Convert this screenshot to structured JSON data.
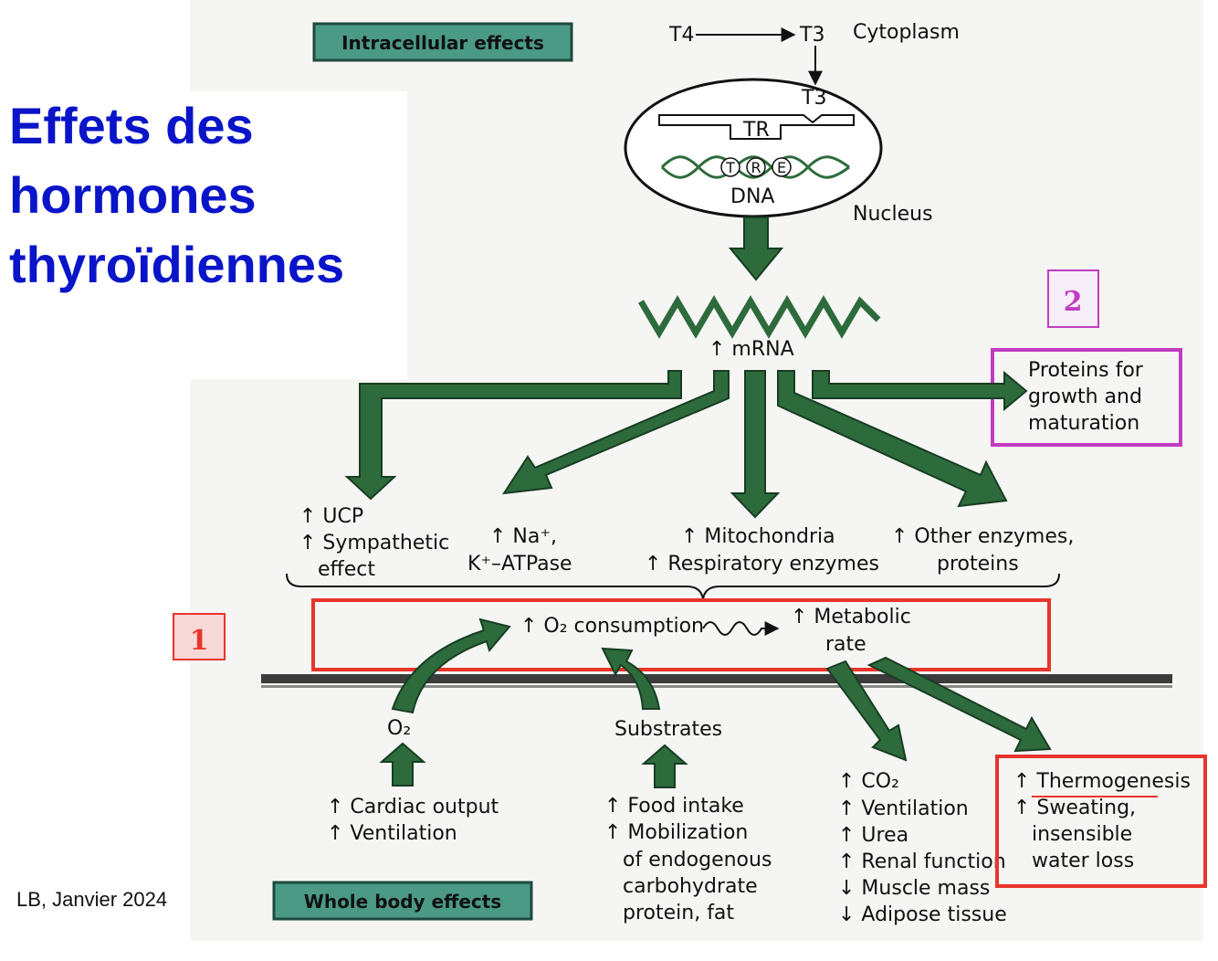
{
  "slide": {
    "title_lines": [
      "Effets des",
      "hormones",
      "thyroïdiennes"
    ],
    "footer": "LB, Janvier 2024"
  },
  "diagram": {
    "box_intracellular": "Intracellular effects",
    "box_wholebody": "Whole body effects",
    "t4": "T4",
    "t3": "T3",
    "cytoplasm": "Cytoplasm",
    "t3_receptor": "T3",
    "tr": "TR",
    "tre": [
      "T",
      "R",
      "E"
    ],
    "dna": "DNA",
    "nucleus": "Nucleus",
    "mrna": "↑ mRNA",
    "proteins": [
      "Proteins for",
      "growth and",
      "maturation"
    ],
    "ucp": [
      "↑ UCP",
      "↑ Sympathetic",
      "effect"
    ],
    "natpase": [
      "↑ Na⁺,",
      "K⁺–ATPase"
    ],
    "mito": [
      "↑ Mitochondria",
      "↑ Respiratory enzymes"
    ],
    "other": [
      "↑ Other enzymes,",
      "proteins"
    ],
    "o2_consumption": "↑ O₂ consumption",
    "metabolic": [
      "↑ Metabolic",
      "rate"
    ],
    "o2": "O₂",
    "substrates": "Substrates",
    "cardiac": [
      "↑ Cardiac output",
      "↑ Ventilation"
    ],
    "food": [
      "↑ Food intake",
      "↑ Mobilization",
      "of endogenous",
      "carbohydrate",
      "protein, fat"
    ],
    "co2": [
      "↑ CO₂",
      "↑ Ventilation",
      "↑ Urea",
      "↑ Renal function",
      "↓ Muscle mass",
      "↓ Adipose tissue"
    ],
    "thermo": [
      "↑ Thermogenesis",
      "↑ Sweating,",
      "insensible",
      "water loss"
    ]
  },
  "annotations": {
    "marker1": "1",
    "marker2": "2"
  },
  "colors": {
    "arrow_green": "#2e6b3c",
    "box_teal": "#4a9a86",
    "title_blue": "#0a14c8",
    "red_box": "#e8352c",
    "purple_box": "#c23cc2"
  }
}
